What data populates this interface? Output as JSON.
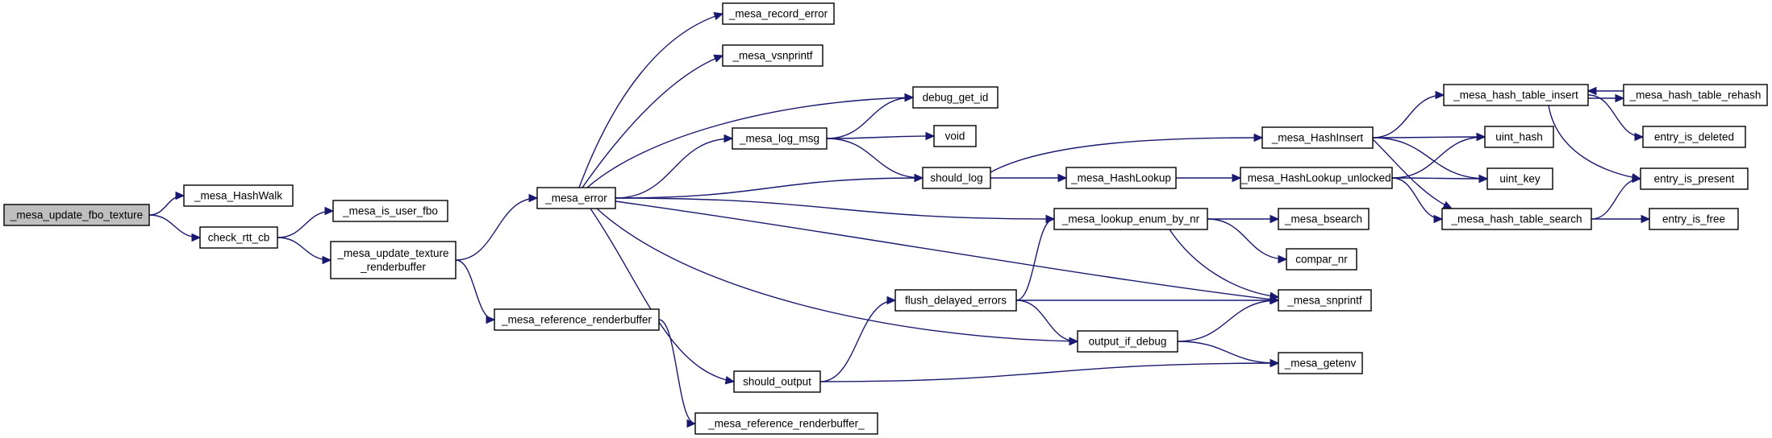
{
  "colors": {
    "edge": "#191970",
    "node_border": "#000000",
    "node_fill": "#ffffff",
    "root_fill": "#bfbfbf"
  },
  "nodes": {
    "n_update_fbo_texture": {
      "lines": [
        "_mesa_update_fbo_texture"
      ],
      "root": true
    },
    "n_hashwalk": {
      "lines": [
        "_mesa_HashWalk"
      ]
    },
    "n_check_rtt_cb": {
      "lines": [
        "check_rtt_cb"
      ]
    },
    "n_is_user_fbo": {
      "lines": [
        "_mesa_is_user_fbo"
      ]
    },
    "n_update_texture_renderbuffer": {
      "lines": [
        "_mesa_update_texture",
        "_renderbuffer"
      ]
    },
    "n_error": {
      "lines": [
        "_mesa_error"
      ]
    },
    "n_reference_renderbuffer": {
      "lines": [
        "_mesa_reference_renderbuffer"
      ]
    },
    "n_reference_renderbuffer_": {
      "lines": [
        "_mesa_reference_renderbuffer_"
      ]
    },
    "n_record_error": {
      "lines": [
        "_mesa_record_error"
      ]
    },
    "n_vsnprintf": {
      "lines": [
        "_mesa_vsnprintf"
      ]
    },
    "n_debug_get_id": {
      "lines": [
        "debug_get_id"
      ]
    },
    "n_log_msg": {
      "lines": [
        "_mesa_log_msg"
      ]
    },
    "n_void": {
      "lines": [
        "void"
      ]
    },
    "n_should_log": {
      "lines": [
        "should_log"
      ]
    },
    "n_lookup_enum_by_nr": {
      "lines": [
        "_mesa_lookup_enum_by_nr"
      ]
    },
    "n_flush_delayed_errors": {
      "lines": [
        "flush_delayed_errors"
      ]
    },
    "n_should_output": {
      "lines": [
        "should_output"
      ]
    },
    "n_output_if_debug": {
      "lines": [
        "output_if_debug"
      ]
    },
    "n_hashlookup": {
      "lines": [
        "_mesa_HashLookup"
      ]
    },
    "n_hashinsert": {
      "lines": [
        "_mesa_HashInsert"
      ]
    },
    "n_hashlookup_unlocked": {
      "lines": [
        "_mesa_HashLookup_unlocked"
      ]
    },
    "n_bsearch": {
      "lines": [
        "_mesa_bsearch"
      ]
    },
    "n_compar_nr": {
      "lines": [
        "compar_nr"
      ]
    },
    "n_snprintf": {
      "lines": [
        "_mesa_snprintf"
      ]
    },
    "n_getenv": {
      "lines": [
        "_mesa_getenv"
      ]
    },
    "n_hash_table_insert": {
      "lines": [
        "_mesa_hash_table_insert"
      ]
    },
    "n_hash_table_rehash": {
      "lines": [
        "_mesa_hash_table_rehash"
      ]
    },
    "n_uint_hash": {
      "lines": [
        "uint_hash"
      ]
    },
    "n_uint_key": {
      "lines": [
        "uint_key"
      ]
    },
    "n_hash_table_search": {
      "lines": [
        "_mesa_hash_table_search"
      ]
    },
    "n_entry_is_deleted": {
      "lines": [
        "entry_is_deleted"
      ]
    },
    "n_entry_is_present": {
      "lines": [
        "entry_is_present"
      ]
    },
    "n_entry_is_free": {
      "lines": [
        "entry_is_free"
      ]
    }
  }
}
